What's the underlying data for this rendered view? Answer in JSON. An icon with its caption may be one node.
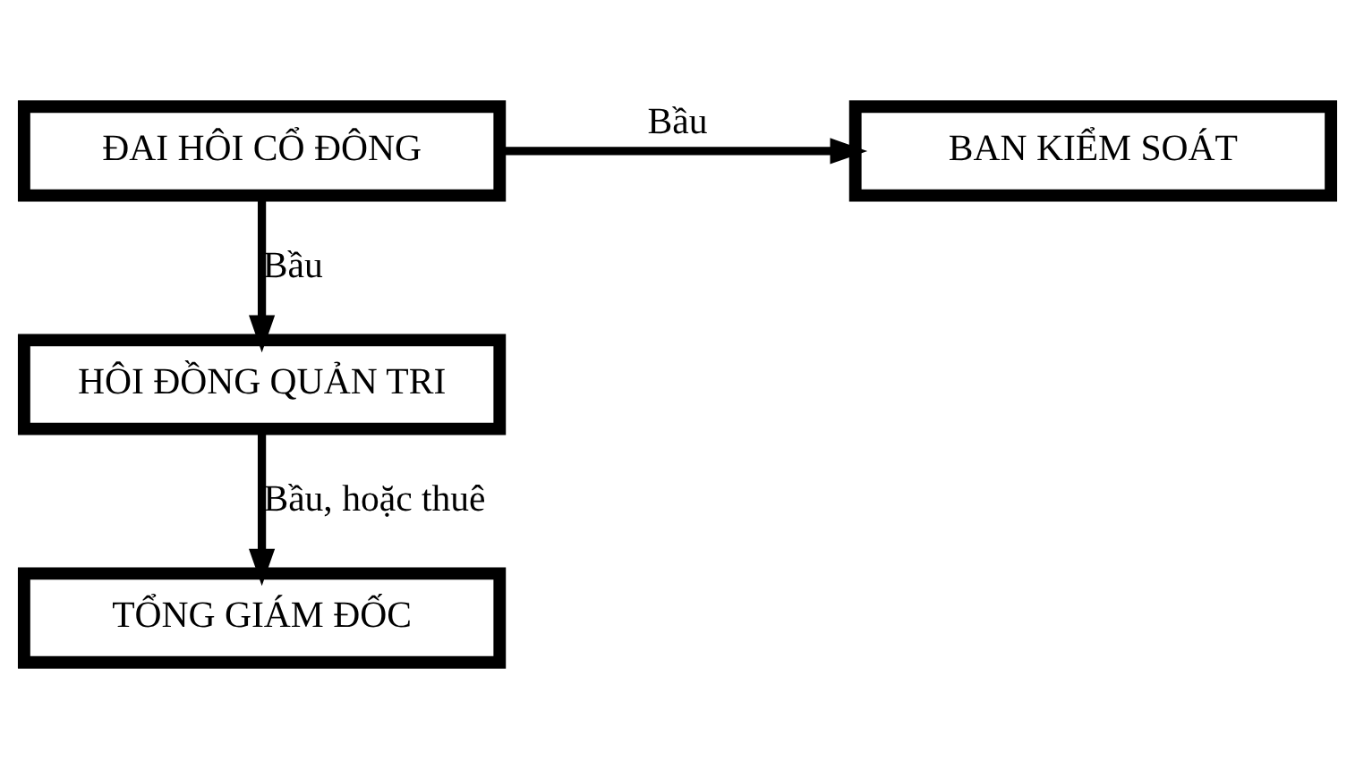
{
  "diagram": {
    "nodes": [
      {
        "text": [
          "ĐAI HÔI CỔ ĐÔNG"
        ]
      },
      {
        "text": [
          "BAN KIỂM SOÁT"
        ]
      },
      {
        "text": [
          "HÔI ĐỒNG QUẢN TRI"
        ]
      },
      {
        "text": [
          "TỔNG GIÁM ĐỐC"
        ]
      }
    ],
    "edges": [
      {
        "from": 0,
        "to": 1,
        "arrow": "to",
        "label": "Bầu"
      },
      {
        "from": 0,
        "to": 2,
        "arrow": "to",
        "label": "Bầu"
      },
      {
        "from": 2,
        "to": 3,
        "arrow": "to",
        "label": "Bầu, hoặc thuê"
      }
    ]
  }
}
